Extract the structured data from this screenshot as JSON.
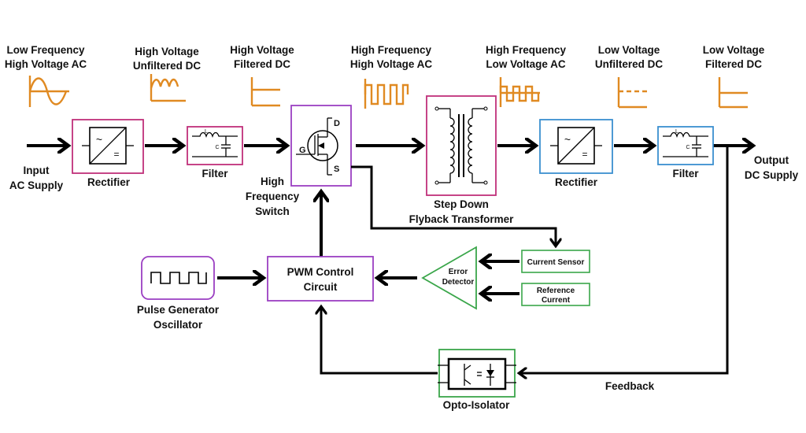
{
  "waveform_labels": [
    [
      "Low Frequency",
      "High Voltage AC"
    ],
    [
      "High Voltage",
      "Unfiltered DC"
    ],
    [
      "High Voltage",
      "Filtered DC"
    ],
    [
      "High Frequency",
      "High Voltage AC"
    ],
    [
      "High Frequency",
      "Low Voltage AC"
    ],
    [
      "Low Voltage",
      "Unfiltered DC"
    ],
    [
      "Low Voltage",
      "Filtered DC"
    ]
  ],
  "input": [
    "Input",
    "AC Supply"
  ],
  "output": [
    "Output",
    "DC Supply"
  ],
  "blocks": {
    "rectifier1": "Rectifier",
    "filter1": "Filter",
    "switch": [
      "High",
      "Frequency",
      "Switch"
    ],
    "transformer": [
      "Step Down",
      "Flyback Transformer"
    ],
    "rectifier2": "Rectifier",
    "filter2": "Filter",
    "pwm": [
      "PWM Control",
      "Circuit"
    ],
    "oscillator": [
      "Pulse Generator",
      "Oscillator"
    ],
    "error_detector": [
      "Error",
      "Detector"
    ],
    "current_sensor": "Current Sensor",
    "reference": [
      "Reference",
      "Current"
    ],
    "opto": "Opto-Isolator",
    "feedback": "Feedback"
  },
  "symbols": {
    "mosfet_gate": "G",
    "mosfet_drain": "D",
    "mosfet_source": "S",
    "inductor": "L",
    "capacitor": "C",
    "ac": "~",
    "dc": "="
  },
  "colors": {
    "waveform": "#e08a22",
    "rectifier1_border": "#c0307a",
    "filter1_border": "#c0307a",
    "switch_border": "#9b3fc2",
    "transformer_border": "#c0307a",
    "rectifier2_border": "#3a8fd0",
    "filter2_border": "#3a8fd0",
    "pwm_border": "#9b3fc2",
    "oscillator_border": "#9b3fc2",
    "green_border": "#3aa64a"
  }
}
